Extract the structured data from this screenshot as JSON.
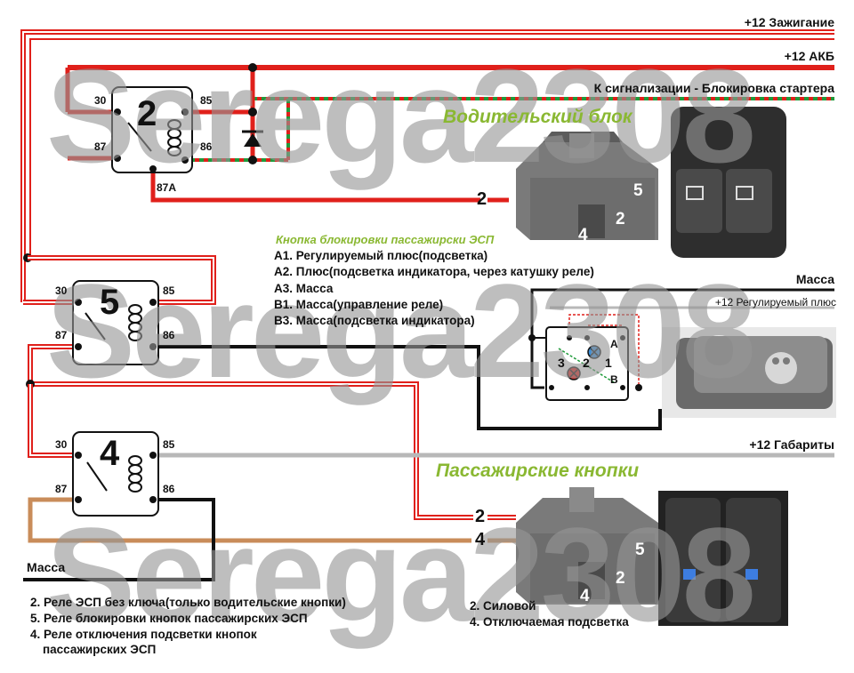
{
  "rails": {
    "ignition": "+12 Зажигание",
    "battery": "+12 АКБ",
    "alarm": "К сигнализации - Блокировка стартера",
    "ground_right": "Масса",
    "adjustable_plus": "+12 Регулируемый плюс",
    "parking_lights": "+12 Габариты",
    "ground_left": "Масса"
  },
  "relay2": {
    "number": "2",
    "pin30": "30",
    "pin85": "85",
    "pin87": "87",
    "pin86": "86",
    "pin87a": "87А"
  },
  "relay5": {
    "number": "5",
    "pin30": "30",
    "pin85": "85",
    "pin87": "87",
    "pin86": "86"
  },
  "relay4": {
    "number": "4",
    "pin30": "30",
    "pin85": "85",
    "pin87": "87",
    "pin86": "86"
  },
  "driver_block": {
    "title": "Водительский блок",
    "wire_label": "2",
    "connector_pins": [
      "5",
      "2",
      "4"
    ]
  },
  "passenger_block": {
    "title": "Пассажирские кнопки",
    "wire_labels": [
      "2",
      "4"
    ],
    "connector_pins": [
      "5",
      "2",
      "4"
    ]
  },
  "lock_button": {
    "title": "Кнопка блокировки пассажирски ЭСП",
    "items": [
      "А1. Регулируемый плюс(подсветка)",
      "А2. Плюс(подсветка индикатора, через катушку реле)",
      "А3. Масса",
      "В1. Масса(управление реле)",
      "В3. Масса(подсветка индикатора)"
    ],
    "pins": {
      "p1": "1",
      "p2": "2",
      "p3": "3",
      "a": "А",
      "b": "В"
    }
  },
  "legend_relays": [
    "2. Реле ЭСП без ключа(только водительские кнопки)",
    "5. Реле блокировки кнопок пассажирских ЭСП",
    "4. Реле отключения подсветки кнопок",
    "пассажирских ЭСП"
  ],
  "legend_wires": [
    "2. Силовой",
    "4. Отключаемая подсветка"
  ],
  "watermark": "Serega2308",
  "colors": {
    "red": "#e0201b",
    "green": "#1f9a3a",
    "gray": "#b8b8b8",
    "tan": "#c98c5a",
    "black": "#111111",
    "accent_green": "#8ab832"
  }
}
